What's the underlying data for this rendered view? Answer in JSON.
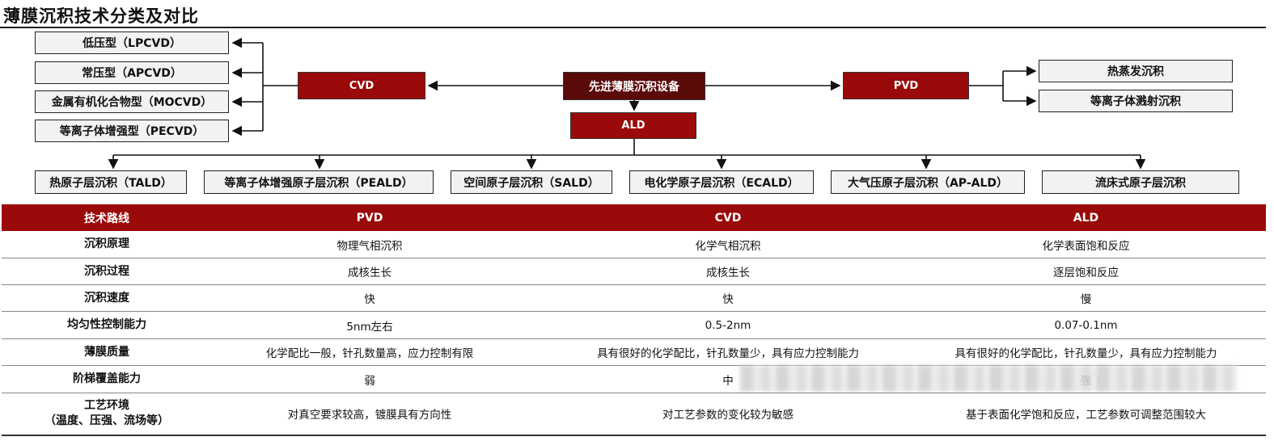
{
  "title": "薄膜沉积技术分类及对比",
  "diagram": {
    "root": "先进薄膜沉积设备",
    "cvd": {
      "label": "CVD",
      "children": [
        "低压型（LPCVD）",
        "常压型（APCVD）",
        "金属有机化合物型（MOCVD）",
        "等离子体增强型（PECVD）"
      ]
    },
    "pvd": {
      "label": "PVD",
      "children": [
        "热蒸发沉积",
        "等离子体溅射沉积"
      ]
    },
    "ald": {
      "label": "ALD",
      "children": [
        "热原子层沉积（TALD）",
        "等离子体增强原子层沉积（PEALD）",
        "空间原子层沉积（SALD）",
        "电化学原子层沉积（ECALD）",
        "大气压原子层沉积（AP-ALD）",
        "流床式原子层沉积"
      ]
    }
  },
  "table": {
    "headers": [
      "技术路线",
      "PVD",
      "CVD",
      "ALD"
    ],
    "rows": [
      {
        "label": "沉积原理",
        "pvd": "物理气相沉积",
        "cvd": "化学气相沉积",
        "ald": "化学表面饱和反应"
      },
      {
        "label": "沉积过程",
        "pvd": "成核生长",
        "cvd": "成核生长",
        "ald": "逐层饱和反应"
      },
      {
        "label": "沉积速度",
        "pvd": "快",
        "cvd": "快",
        "ald": "慢"
      },
      {
        "label": "均匀性控制能力",
        "pvd": "5nm左右",
        "cvd": "0.5-2nm",
        "ald": "0.07-0.1nm"
      },
      {
        "label": "薄膜质量",
        "pvd": "化学配比一般，针孔数量高，应力控制有限",
        "cvd": "具有很好的化学配比，针孔数量少，具有应力控制能力",
        "ald": "具有很好的化学配比，针孔数量少，具有应力控制能力"
      },
      {
        "label": "阶梯覆盖能力",
        "pvd": "弱",
        "cvd": "中",
        "ald": "强"
      },
      {
        "label": "工艺环境",
        "label2": "（温度、压强、流场等）",
        "pvd": "对真空要求较高，镀膜具有方向性",
        "cvd": "对工艺参数的变化较为敏感",
        "ald": "基于表面化学饱和反应，工艺参数可调整范围较大"
      }
    ]
  },
  "colors": {
    "header_red": "#9b0a0a",
    "root_dark": "#5b0a0a",
    "box_gray": "#f2f2f2"
  }
}
